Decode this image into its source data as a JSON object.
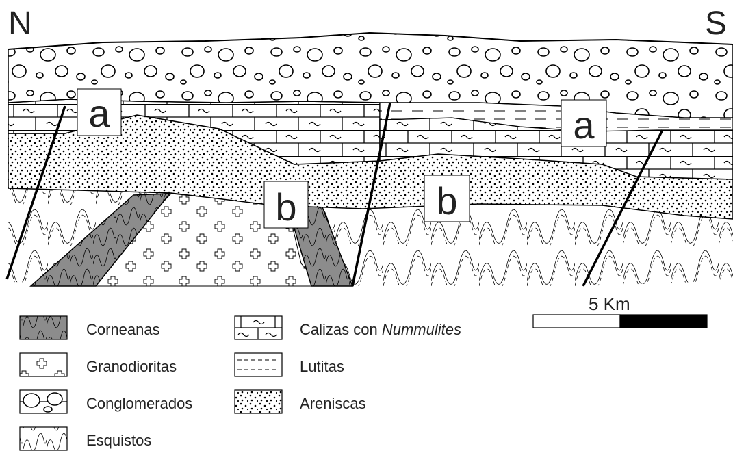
{
  "orientation": {
    "north": "N",
    "south": "S"
  },
  "labels": {
    "a": "a",
    "b": "b"
  },
  "scale": {
    "label": "5 Km"
  },
  "legend": [
    {
      "key": "corneanas",
      "label": "Corneanas"
    },
    {
      "key": "granodioritas",
      "label": "Granodioritas"
    },
    {
      "key": "conglomerados",
      "label": "Conglomerados"
    },
    {
      "key": "esquistos",
      "label": "Esquistos"
    },
    {
      "key": "calizas",
      "label_main": "Calizas con ",
      "label_italic": "Nummulites"
    },
    {
      "key": "lutitas",
      "label": "Lutitas"
    },
    {
      "key": "areniscas",
      "label": "Areniscas"
    }
  ],
  "colors": {
    "corneanas_fill": "#8c8c8c",
    "line": "#000000",
    "background": "#ffffff"
  }
}
